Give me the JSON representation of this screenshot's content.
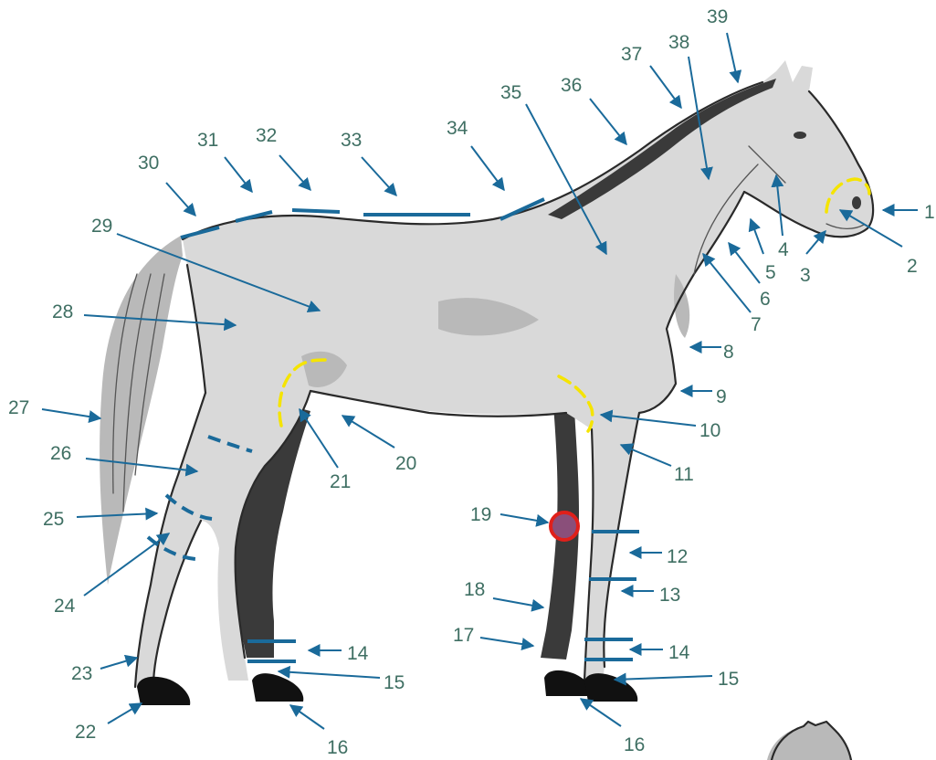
{
  "labels": [
    "1",
    "2",
    "3",
    "4",
    "5",
    "6",
    "7",
    "8",
    "9",
    "10",
    "11",
    "12",
    "13",
    "14",
    "14",
    "15",
    "15",
    "16",
    "16",
    "17",
    "18",
    "19",
    "20",
    "21",
    "22",
    "23",
    "24",
    "25",
    "26",
    "27",
    "28",
    "29",
    "30",
    "31",
    "32",
    "33",
    "34",
    "35",
    "36",
    "37",
    "38",
    "39"
  ],
  "colors": {
    "label_text": "#3f6f63",
    "arrow": "#1a6a9a",
    "yellow_marker": "#f5e400",
    "chestnut_circle_fill": "#8a4f7a",
    "chestnut_circle_ring": "#e0201a"
  }
}
